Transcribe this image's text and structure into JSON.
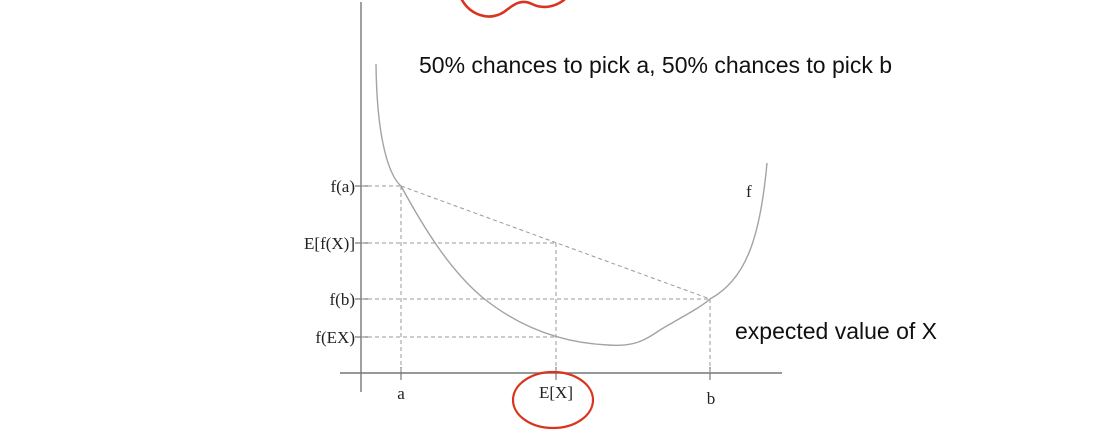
{
  "annotations": {
    "probabilities": "50% chances to pick a, 50% chances to pick b",
    "expected_value": "expected value of X"
  },
  "curve_label": "f",
  "y_labels": {
    "fa": "f(a)",
    "efx": "E[f(X)]",
    "fb": "f(b)",
    "fex": "f(EX)"
  },
  "x_labels": {
    "a": "a",
    "ex": "E[X]",
    "b": "b"
  },
  "colors": {
    "curve": "#a3a3a3",
    "axes": "#777777",
    "guides": "#999999",
    "highlight": "#d9341f"
  }
}
